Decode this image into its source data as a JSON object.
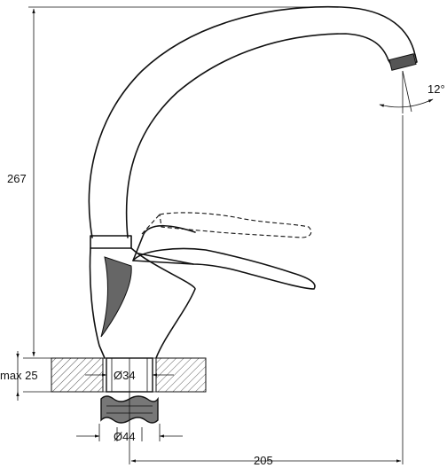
{
  "dimensions": {
    "height_total": "267",
    "countertop_max": "max 25",
    "bore_diameter": "Ø34",
    "base_diameter": "Ø44",
    "reach": "205",
    "spout_angle": "12°"
  },
  "colors": {
    "line": "#111111",
    "background": "#ffffff"
  }
}
